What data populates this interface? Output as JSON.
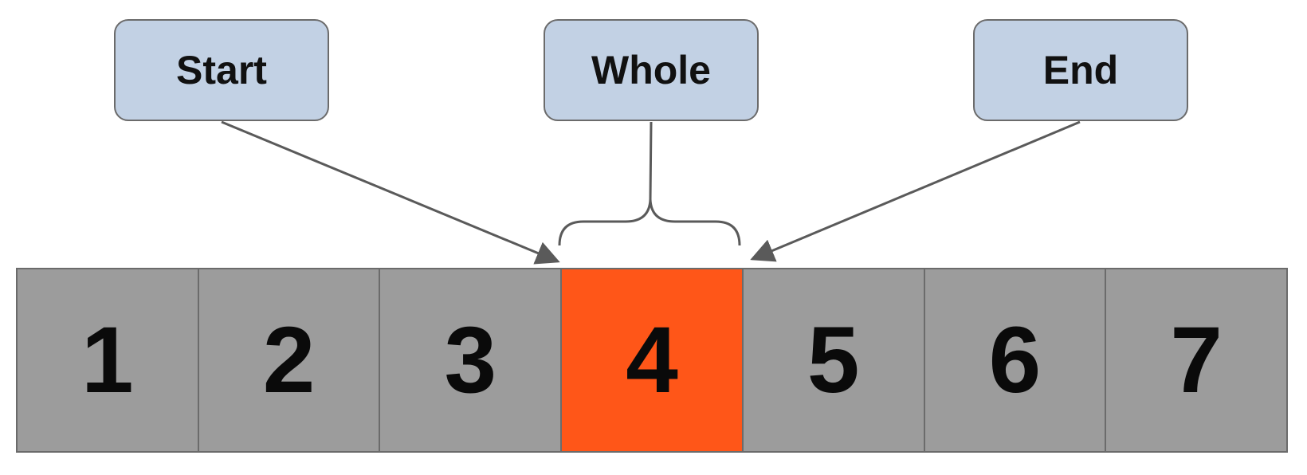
{
  "labels": {
    "start": "Start",
    "whole": "Whole",
    "end": "End"
  },
  "cells": [
    "1",
    "2",
    "3",
    "4",
    "5",
    "6",
    "7"
  ],
  "highlighted_index": 3,
  "colors": {
    "label_fill": "#c2d1e4",
    "cell_fill": "#9c9c9c",
    "highlight_fill": "#ff5618",
    "stroke": "#6b6b6b"
  }
}
